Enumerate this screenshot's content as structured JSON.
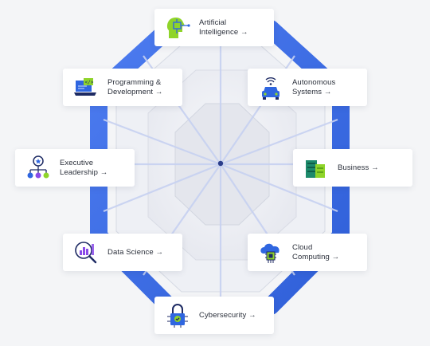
{
  "colors": {
    "frame": "#3e6ee6",
    "frame_light": "#6f97ff",
    "spoke": "#c9d3f4",
    "hub": "#2b3e8c",
    "icon_green": "#7ed321",
    "icon_blue": "#2f66e0",
    "icon_purple": "#8a4be8",
    "icon_dark": "#1d2a63"
  },
  "cards": [
    {
      "id": "ai",
      "label": "Artificial\nIntelligence →",
      "icon": "ai-head-chip-icon"
    },
    {
      "id": "autonomous",
      "label": "Autonomous\nSystems →",
      "icon": "autonomous-car-icon"
    },
    {
      "id": "business",
      "label": "Business →",
      "icon": "business-buildings-icon"
    },
    {
      "id": "cloud",
      "label": "Cloud\nComputing →",
      "icon": "cloud-chip-icon"
    },
    {
      "id": "cyber",
      "label": "Cybersecurity →",
      "icon": "padlock-circuit-icon"
    },
    {
      "id": "datascience",
      "label": "Data Science →",
      "icon": "magnifier-chart-icon"
    },
    {
      "id": "executive",
      "label": "Executive\nLeadership →",
      "icon": "org-chart-icon"
    },
    {
      "id": "programming",
      "label": "Programming &\nDevelopment →",
      "icon": "code-laptop-icon"
    }
  ]
}
